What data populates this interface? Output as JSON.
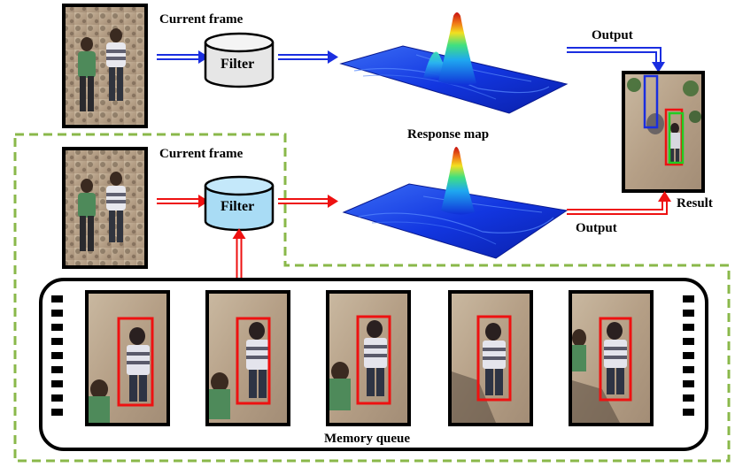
{
  "labels": {
    "current_frame_top": "Current frame",
    "current_frame_bottom": "Current frame",
    "filter_top": "Filter",
    "filter_bottom": "Filter",
    "output_top": "Output",
    "output_bottom": "Output",
    "response_map": "Response map",
    "result": "Result",
    "memory_queue": "Memory queue"
  },
  "colors": {
    "top_path": "#1a2ee0",
    "bottom_path": "#ee1111",
    "memory_box": "#8ab84a",
    "filter_top_fill": "#e6e6e6",
    "filter_bottom_fill": "#a9dcf5",
    "result_green": "#22cc22"
  },
  "memory_queue_count": 5
}
